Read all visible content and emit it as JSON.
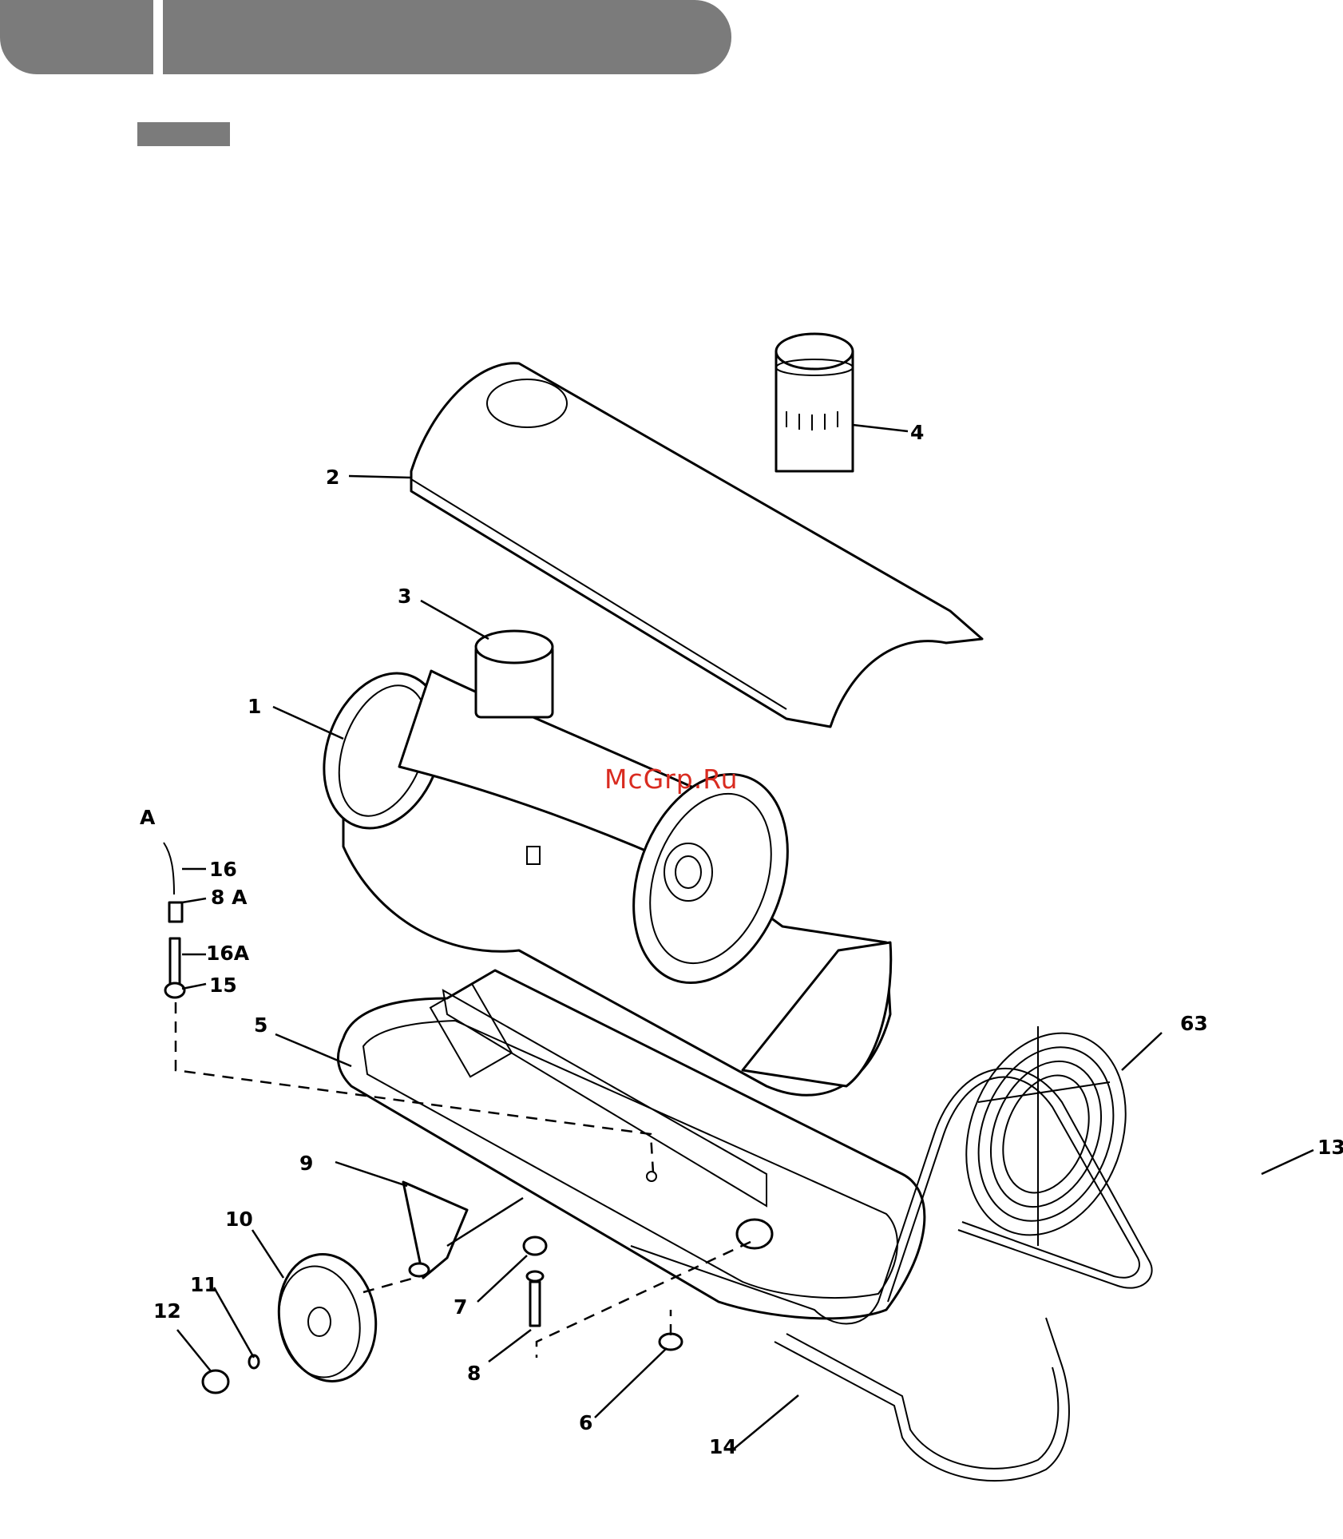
{
  "header": {
    "left_tab": "",
    "main_bar": "",
    "section_tab": ""
  },
  "watermark": "McGrp.Ru",
  "callouts": {
    "p1": "1",
    "p2": "2",
    "p3": "3",
    "p4": "4",
    "p5": "5",
    "p6": "6",
    "p7": "7",
    "p8": "8",
    "p8a": "8 A",
    "p9": "9",
    "p10": "10",
    "p11": "11",
    "p12": "12",
    "p13": "13",
    "p14": "14",
    "p15": "15",
    "p16": "16",
    "p16a": "16A",
    "p63": "63",
    "detail_a": "A"
  }
}
